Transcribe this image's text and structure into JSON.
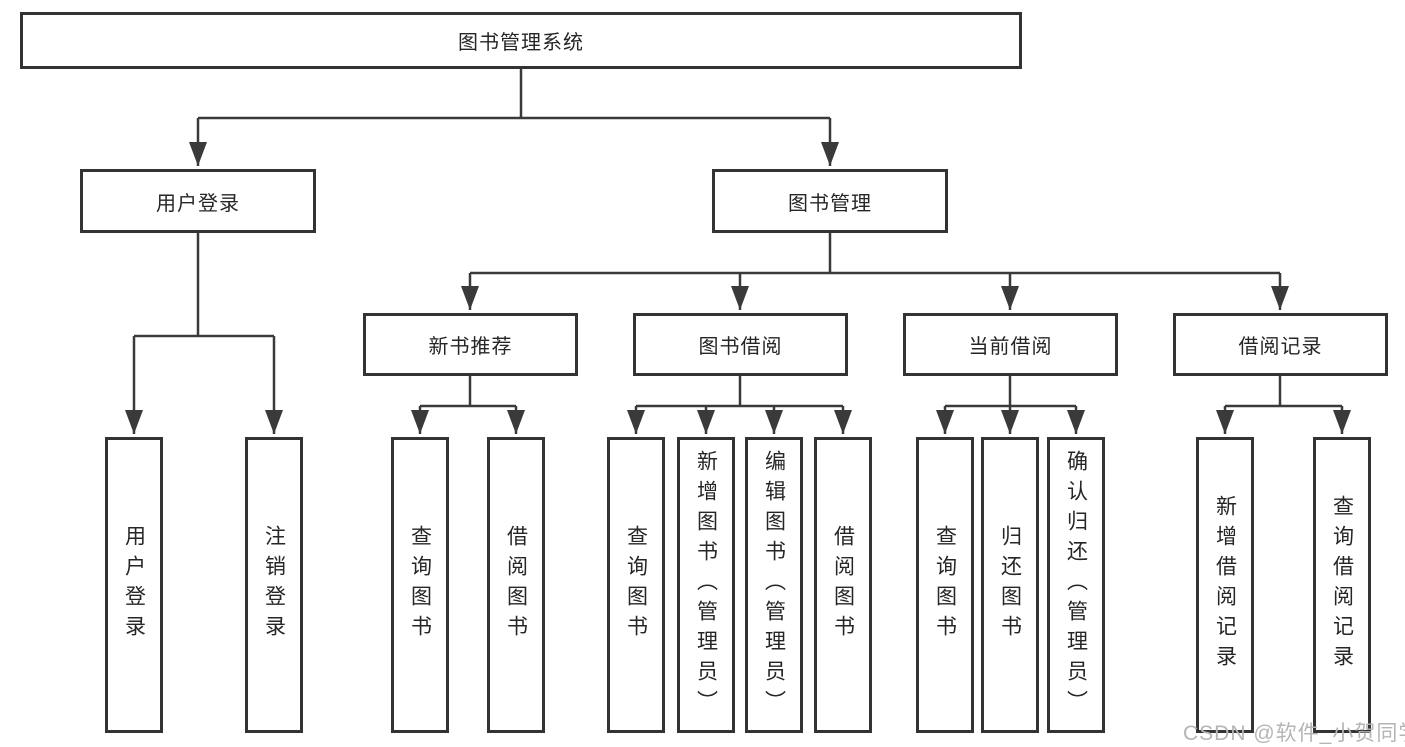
{
  "tree": {
    "root": "图书管理系统",
    "user_login": {
      "label": "用户登录",
      "children": [
        "用户登录",
        "注销登录"
      ]
    },
    "book_management": {
      "label": "图书管理",
      "sections": [
        {
          "label": "新书推荐",
          "children": [
            "查询图书",
            "借阅图书"
          ]
        },
        {
          "label": "图书借阅",
          "children": [
            "查询图书",
            "新增图书（管理员）",
            "编辑图书（管理员）",
            "借阅图书"
          ]
        },
        {
          "label": "当前借阅",
          "children": [
            "查询图书",
            "归还图书",
            "确认归还（管理员）"
          ]
        },
        {
          "label": "借阅记录",
          "children": [
            "新增借阅记录",
            "查询借阅记录"
          ]
        }
      ]
    }
  },
  "watermark": "CSDN @软件_小贺同学",
  "colors": {
    "line": "#3a3a3a",
    "box_border": "#333333",
    "text": "#262626",
    "watermark": "#b5b5b5",
    "background": "#ffffff"
  }
}
